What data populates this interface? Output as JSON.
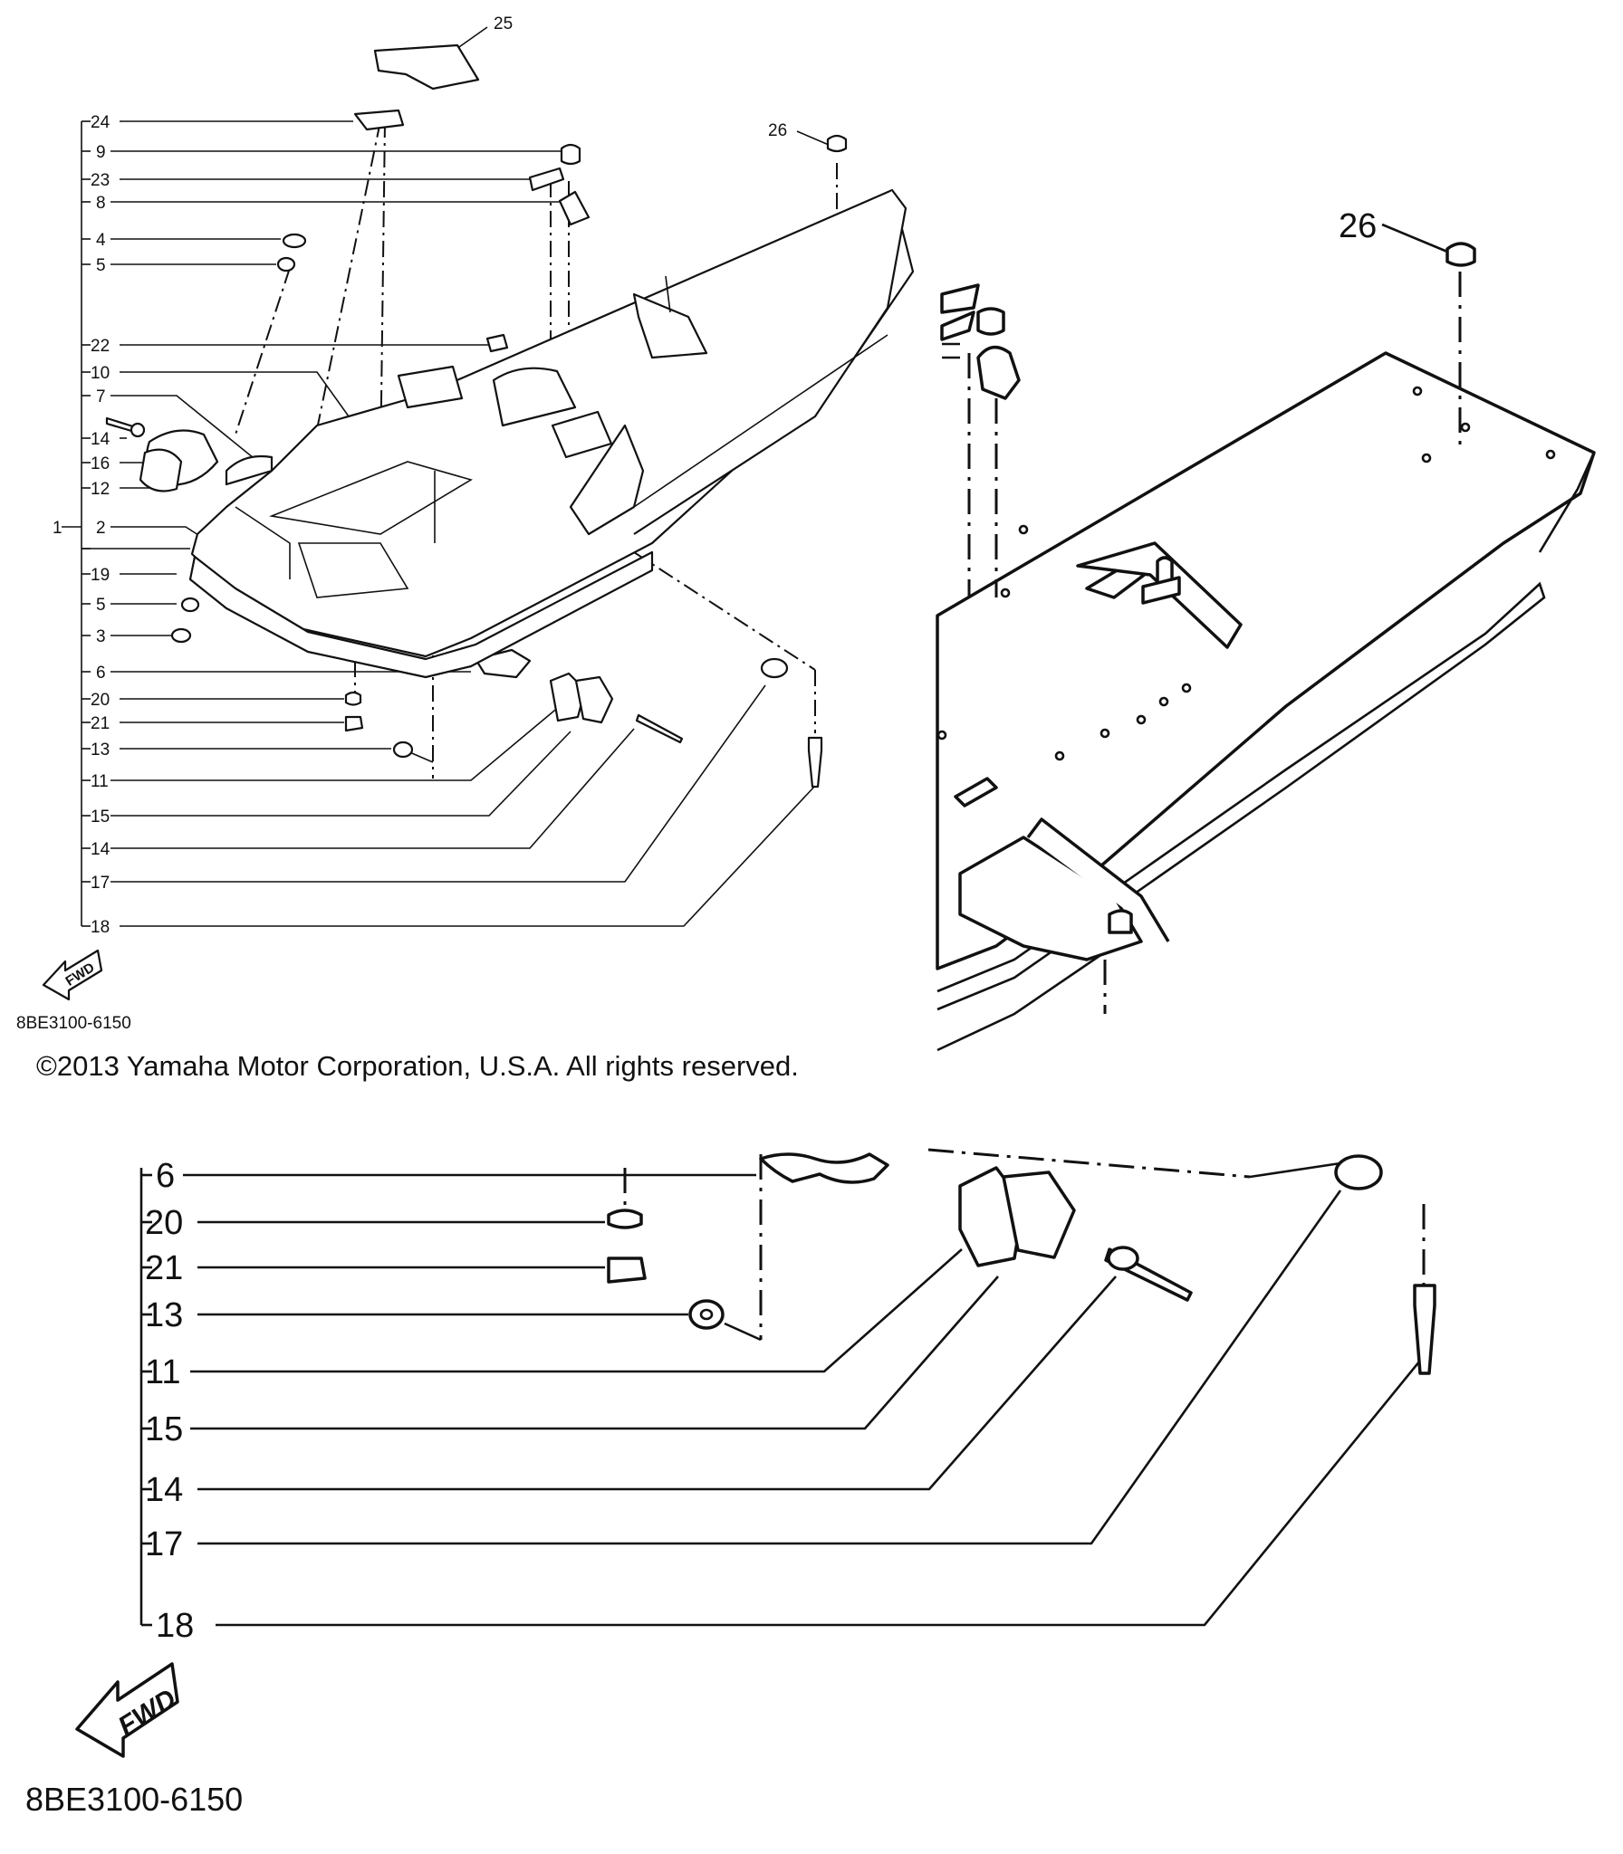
{
  "diagram": {
    "part_code": "8BE3100-6150",
    "fwd_label": "FWD",
    "copyright": "©2013 Yamaha Motor Corporation, U.S.A. All rights reserved.",
    "overview_labels": {
      "l25": "25",
      "l24": "24",
      "l9": "9",
      "l23": "23",
      "l8": "8",
      "l4": "4",
      "l5a": "5",
      "l22": "22",
      "l10": "10",
      "l7": "7",
      "l14a": "14",
      "l16": "16",
      "l12": "12",
      "l1": "1",
      "l2": "2",
      "l19": "19",
      "l5b": "5",
      "l3": "3",
      "l6": "6",
      "l20": "20",
      "l21": "21",
      "l13": "13",
      "l11": "11",
      "l15": "15",
      "l14b": "14",
      "l17": "17",
      "l18": "18",
      "l26": "26"
    },
    "zoom_labels": {
      "z26": "26",
      "z6": "6",
      "z20": "20",
      "z21": "21",
      "z13": "13",
      "z11": "11",
      "z15": "15",
      "z14": "14",
      "z17": "17",
      "z18": "18"
    }
  }
}
